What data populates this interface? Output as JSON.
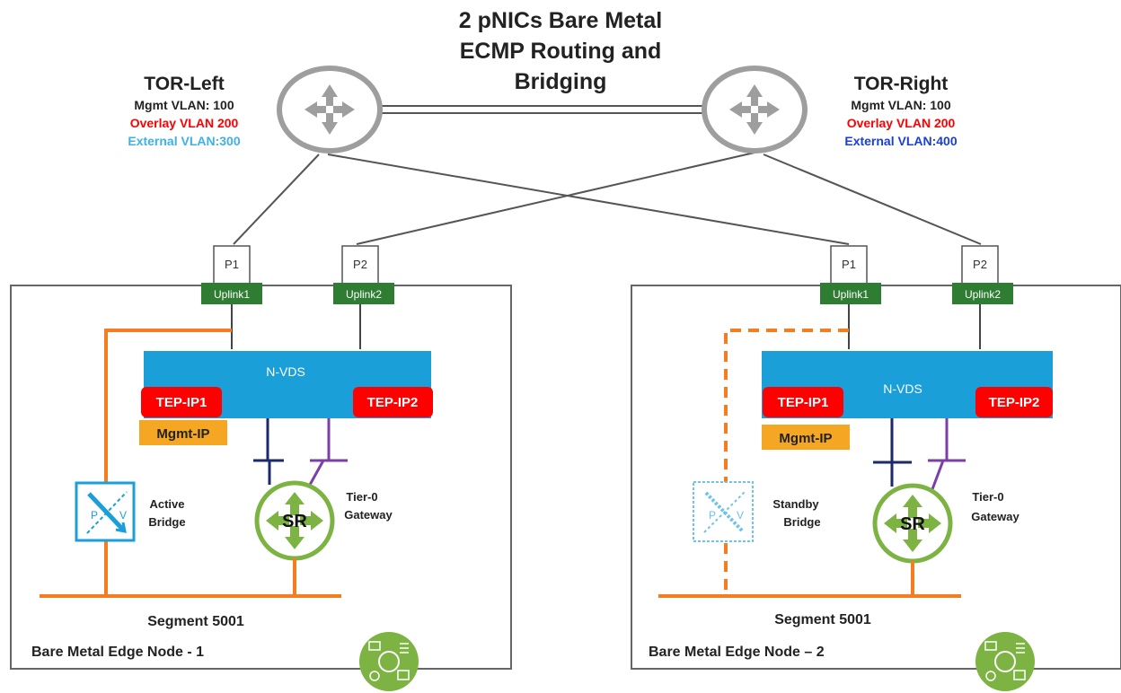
{
  "title": {
    "line1": "2 pNICs Bare Metal",
    "line2": "ECMP Routing and",
    "line3": "Bridging"
  },
  "tor_left": {
    "name": "TOR-Left",
    "mgmt_vlan": "Mgmt VLAN: 100",
    "overlay_vlan": "Overlay VLAN 200",
    "external_vlan": "External VLAN:300"
  },
  "tor_right": {
    "name": "TOR-Right",
    "mgmt_vlan": "Mgmt VLAN: 100",
    "overlay_vlan": "Overlay VLAN 200",
    "external_vlan": "External VLAN:400"
  },
  "node1": {
    "label": "Bare Metal Edge Node - 1",
    "p1": "P1",
    "p2": "P2",
    "uplink1": "Uplink1",
    "uplink2": "Uplink2",
    "nvds": "N-VDS",
    "tep1": "TEP-IP1",
    "tep2": "TEP-IP2",
    "mgmt_ip": "Mgmt-IP",
    "bridge_line1": "Active",
    "bridge_line2": "Bridge",
    "bridge_p": "P",
    "bridge_v": "V",
    "tier0_line1": "Tier-0",
    "tier0_line2": "Gateway",
    "sr": "SR",
    "segment": "Segment 5001"
  },
  "node2": {
    "label": "Bare Metal Edge Node – 2",
    "p1": "P1",
    "p2": "P2",
    "uplink1": "Uplink1",
    "uplink2": "Uplink2",
    "nvds": "N-VDS",
    "tep1": "TEP-IP1",
    "tep2": "TEP-IP2",
    "mgmt_ip": "Mgmt-IP",
    "bridge_line1": "Standby",
    "bridge_line2": "Bridge",
    "bridge_p": "P",
    "bridge_v": "V",
    "tier0_line1": "Tier-0",
    "tier0_line2": "Gateway",
    "sr": "SR",
    "segment": "Segment 5001"
  },
  "colors": {
    "overlay_red": "#ff0000",
    "external_left": "#3fb0e8",
    "external_right": "#1a3fd6",
    "nvds_blue": "#1a9fd8",
    "uplink_green": "#2e7d32",
    "tep_red": "#ff0000",
    "mgmt_orange": "#f5a623",
    "segment_orange": "#f57c1f",
    "sr_green": "#7cb342",
    "router_gray": "#9e9e9e"
  },
  "icons": {
    "router": "router-icon",
    "edge_node": "edge-node-icon",
    "bridge": "bridge-icon",
    "sr": "sr-router-icon"
  }
}
